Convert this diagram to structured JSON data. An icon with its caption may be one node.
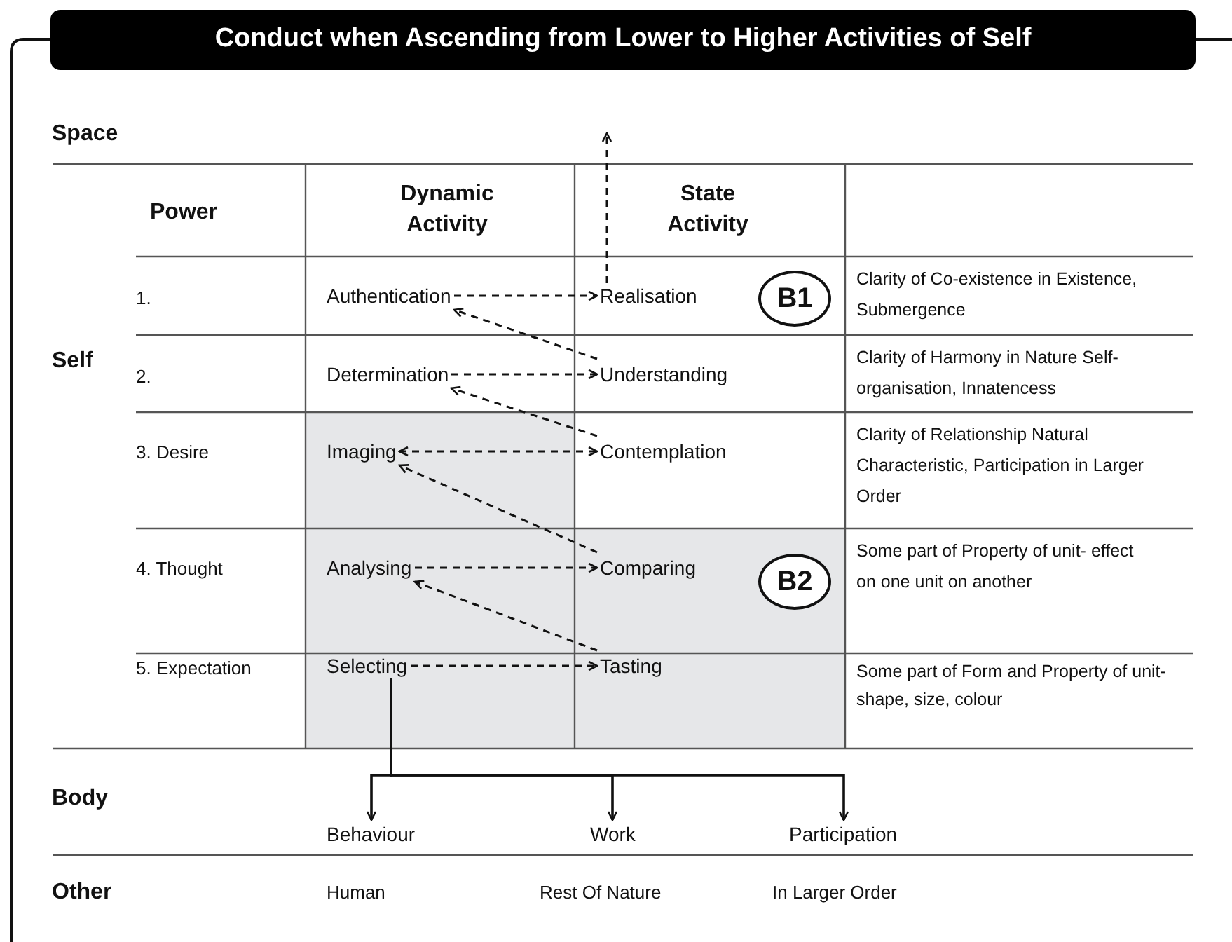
{
  "diagram": {
    "title": "Conduct when Ascending from Lower to Higher Activities of Self",
    "nodes": [
      {
        "text": [
          "Authentication"
        ]
      },
      {
        "text": [
          "Realisation"
        ]
      },
      {
        "text": [
          "B1"
        ]
      },
      {
        "text": [
          "Determination"
        ]
      },
      {
        "text": [
          "Understanding"
        ]
      },
      {
        "text": [
          "Imaging"
        ]
      },
      {
        "text": [
          "Contemplation"
        ]
      },
      {
        "text": [
          "Analysing"
        ]
      },
      {
        "text": [
          "Comparing"
        ]
      },
      {
        "text": [
          "B2"
        ]
      },
      {
        "text": [
          "Selecting"
        ]
      },
      {
        "text": [
          "Tasting"
        ]
      },
      {
        "text": [
          "Behaviour"
        ]
      },
      {
        "text": [
          "Work"
        ]
      },
      {
        "text": [
          "Participation"
        ]
      }
    ],
    "edges": [
      {
        "from": 0,
        "to": 1,
        "arrow": "to",
        "style": "dashed"
      },
      {
        "from": 1,
        "to": null,
        "arrow": "to",
        "style": "dashed"
      },
      {
        "from": 4,
        "to": 0,
        "arrow": "to",
        "style": "dashed"
      },
      {
        "from": 3,
        "to": 4,
        "arrow": "to",
        "style": "dashed"
      },
      {
        "from": 6,
        "to": 3,
        "arrow": "to",
        "style": "dashed"
      },
      {
        "from": 5,
        "to": 6,
        "arrow": "both",
        "style": "dashed"
      },
      {
        "from": 8,
        "to": 5,
        "arrow": "to",
        "style": "dashed"
      },
      {
        "from": 7,
        "to": 8,
        "arrow": "to",
        "style": "dashed"
      },
      {
        "from": 11,
        "to": 7,
        "arrow": "to",
        "style": "dashed"
      },
      {
        "from": 10,
        "to": 11,
        "arrow": "to",
        "style": "dashed"
      },
      {
        "from": 10,
        "to": 12,
        "arrow": "to"
      },
      {
        "from": 10,
        "to": 13,
        "arrow": "to"
      },
      {
        "from": 10,
        "to": 14,
        "arrow": "to"
      }
    ],
    "labels": [
      "Space",
      "Power",
      "Dynamic Activity",
      "State Activity",
      "Self",
      "1.",
      "Clarity of Co-existence in Existence, Submergence",
      "2.",
      "Clarity of Harmony in Nature Self-organisation, Innatencess",
      "3. Desire",
      "Clarity of Relationship Natural Characteristic, Participation in Larger Order",
      "4. Thought",
      "Some part of Property of unit- effect on one unit on another",
      "5. Expectation",
      "Some part of Form and Property of unit- shape, size, colour",
      "Body",
      "Other",
      "Human",
      "Rest Of Nature",
      "In Larger Order"
    ]
  }
}
